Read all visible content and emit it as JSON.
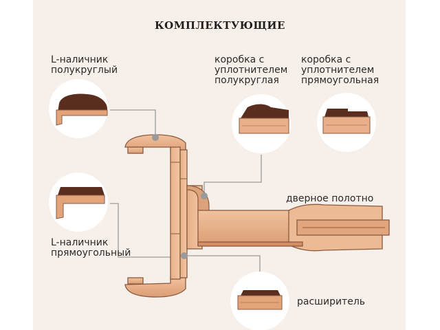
{
  "title": "КОМПЛЕКТУЮЩИЕ",
  "labels": {
    "casing_round": [
      "L-наличник",
      "полукруглый"
    ],
    "casing_rect": [
      "L-наличник",
      "прямоугольный"
    ],
    "frame_round": [
      "коробка с",
      "уплотнителем",
      "полукруглая"
    ],
    "frame_rect": [
      "коробка с",
      "уплотнителем",
      "прямоугольная"
    ],
    "door_leaf": "дверное полотно",
    "extender": "расширитель"
  },
  "colors": {
    "background": "#f7efe9",
    "wood_light": "#e9b68f",
    "wood_mid": "#d99a72",
    "wood_dark": "#5a2e1e",
    "outline": "#8a5a40",
    "leader": "#9a9a9a"
  }
}
